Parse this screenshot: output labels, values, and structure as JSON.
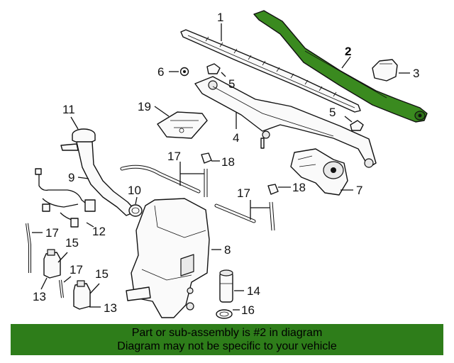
{
  "diagram": {
    "highlight_color": "#3a8a1f",
    "callouts": {
      "c1": "1",
      "c2": "2",
      "c3": "3",
      "c4": "4",
      "c5a": "5",
      "c5b": "5",
      "c6": "6",
      "c7": "7",
      "c8": "8",
      "c9": "9",
      "c10": "10",
      "c11": "11",
      "c12": "12",
      "c13a": "13",
      "c13b": "13",
      "c14": "14",
      "c15a": "15",
      "c15b": "15",
      "c16": "16",
      "c17a": "17",
      "c17b": "17",
      "c17c": "17",
      "c17d": "17",
      "c18a": "18",
      "c18b": "18",
      "c19": "19"
    }
  },
  "footer": {
    "line1": "Part or sub-assembly is #2 in diagram",
    "line2": "Diagram may not be specific to your vehicle",
    "background": "#2e7d1a"
  }
}
